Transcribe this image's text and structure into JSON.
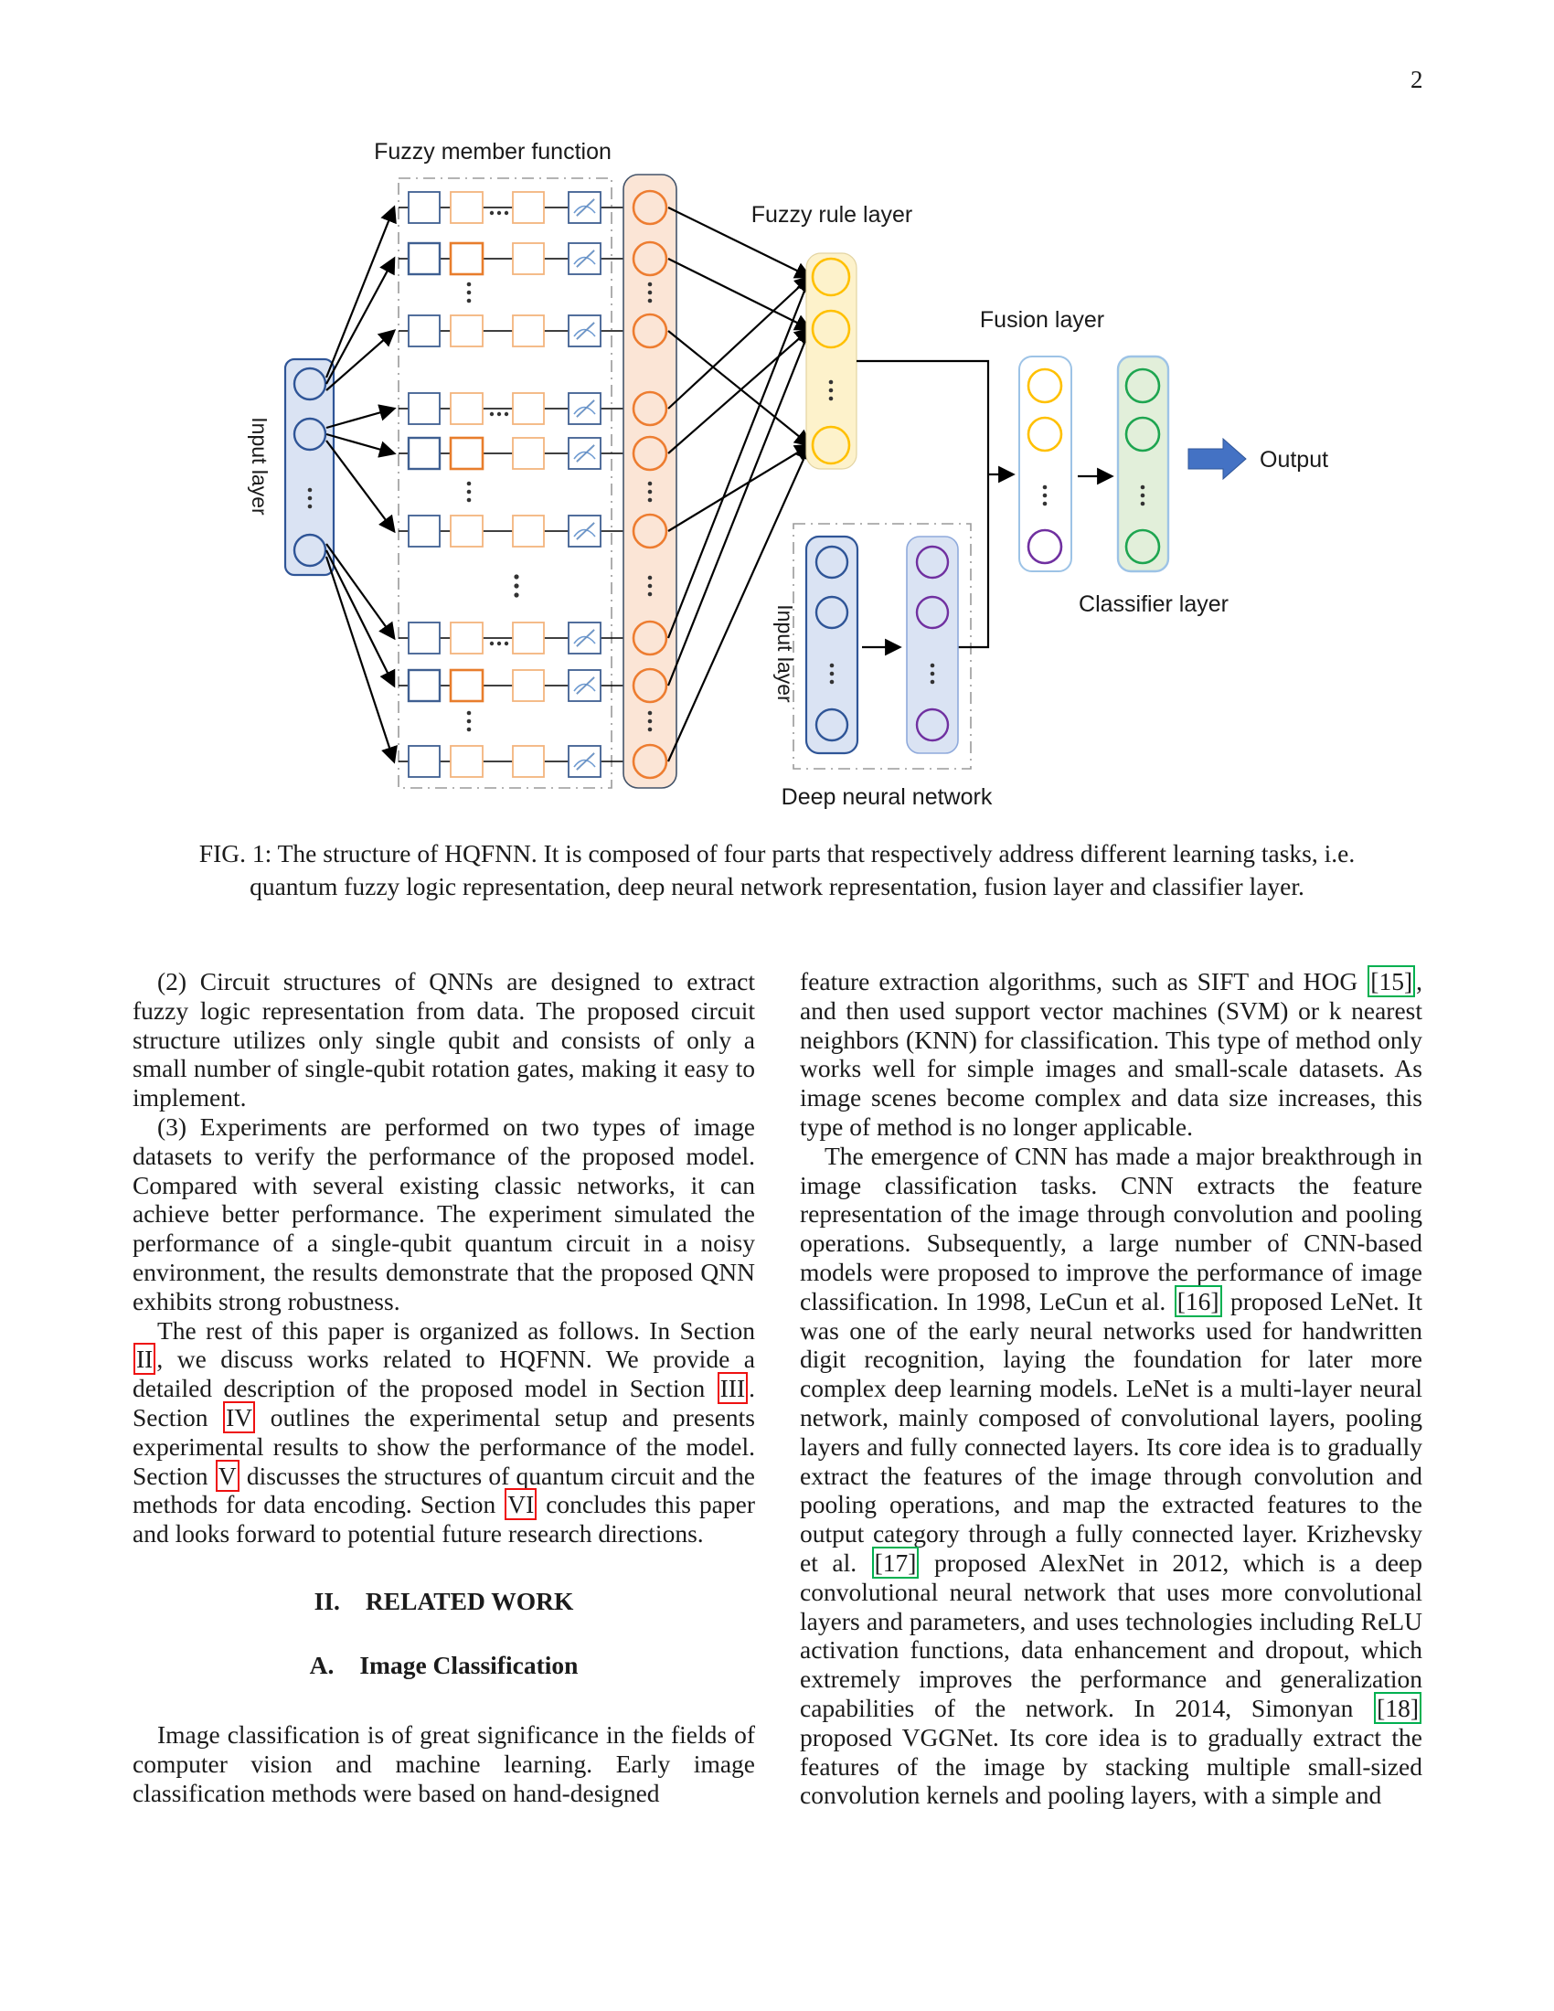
{
  "page": {
    "number": "2"
  },
  "figure": {
    "labels": {
      "fuzzy_member_function": "Fuzzy member function",
      "input_layer": "Input layer",
      "fuzzy_rule_layer": "Fuzzy rule layer",
      "fusion_layer": "Fusion layer",
      "classifier_layer": "Classifier layer",
      "output": "Output",
      "dnn_input_layer": "Input layer",
      "deep_neural_network": "Deep neural network"
    }
  },
  "caption": {
    "line1": "FIG. 1: The structure of HQFNN. It is composed of four parts that respectively address different learning tasks, i.e.",
    "line2": "quantum fuzzy logic representation, deep neural network representation, fusion layer and classifier layer."
  },
  "colors": {
    "node_blue": "#2F5597",
    "fill_blue": "#DAE3F3",
    "node_orange": "#ED7D31",
    "light_orange": "#F3B47E",
    "fill_orange": "#FBE5D6",
    "node_yellow": "#FFC000",
    "fill_yellow": "#FDF2CB",
    "node_purple": "#7030A0",
    "node_green": "#1EA550",
    "fill_green": "#E2EFDA",
    "box_border_blue": "#9DC3E6",
    "dark_slate": "#44546A",
    "output_arrow_blue": "#4472C4",
    "section_ref_box": "#EE1111",
    "citation_ref_box": "#00B050"
  },
  "columns": {
    "left": [
      {
        "type": "para",
        "indent": true,
        "segments": [
          {
            "t": "(2) Circuit structures of QNNs are designed to extract fuzzy logic representation from data. The proposed circuit structure utilizes only single qubit and consists of only a small number of single-qubit rotation gates, making it easy to implement."
          }
        ]
      },
      {
        "type": "para",
        "indent": true,
        "segments": [
          {
            "t": "(3) Experiments are performed on two types of image datasets to verify the performance of the proposed model. Compared with several existing classic networks, it can achieve better performance. The experiment simulated the performance of a single-qubit quantum circuit in a noisy environment, the results demonstrate that the proposed QNN exhibits strong robustness."
          }
        ]
      },
      {
        "type": "para",
        "indent": true,
        "segments": [
          {
            "t": "The rest of this paper is organized as follows. In Section "
          },
          {
            "t": "II",
            "box": "red"
          },
          {
            "t": ", we discuss works related to HQFNN. We provide a detailed description of the proposed model in Section "
          },
          {
            "t": "III",
            "box": "red"
          },
          {
            "t": ". Section "
          },
          {
            "t": "IV",
            "box": "red"
          },
          {
            "t": " outlines the experimental setup and presents experimental results to show the performance of the model. Section "
          },
          {
            "t": "V",
            "box": "red"
          },
          {
            "t": " discusses the structures of quantum circuit and the methods for data encoding. Section "
          },
          {
            "t": "VI",
            "box": "red"
          },
          {
            "t": " concludes this paper and looks forward to potential future research directions."
          }
        ]
      },
      {
        "type": "heading",
        "label": "II.",
        "title": "RELATED WORK"
      },
      {
        "type": "subheading",
        "label": "A.",
        "title": "Image Classification"
      },
      {
        "type": "para",
        "indent": true,
        "segments": [
          {
            "t": "Image classification is of great significance in the fields of computer vision and machine learning. Early image classification methods were based on hand-designed"
          }
        ]
      }
    ],
    "right": [
      {
        "type": "para",
        "indent": false,
        "segments": [
          {
            "t": "feature extraction algorithms, such as SIFT and HOG "
          },
          {
            "t": "[15]",
            "box": "green"
          },
          {
            "t": ", and then used support vector machines (SVM) or k nearest neighbors (KNN) for classification. This type of method only works well for simple images and small-scale datasets. As image scenes become complex and data size increases, this type of method is no longer applicable."
          }
        ]
      },
      {
        "type": "para",
        "indent": true,
        "segments": [
          {
            "t": "The emergence of CNN has made a major breakthrough in image classification tasks. CNN extracts the feature representation of the image through convolution and pooling operations. Subsequently, a large number of CNN-based models were proposed to improve the performance of image classification. In 1998, LeCun et al. "
          },
          {
            "t": "[16]",
            "box": "green"
          },
          {
            "t": " proposed LeNet. It was one of the early neural networks used for handwritten digit recognition, laying the foundation for later more complex deep learning models. LeNet is a multi-layer neural network, mainly composed of convolutional layers, pooling layers and fully connected layers. Its core idea is to gradually extract the features of the image through convolution and pooling operations, and map the extracted features to the output category through a fully connected layer. Krizhevsky et al. "
          },
          {
            "t": "[17]",
            "box": "green"
          },
          {
            "t": " proposed AlexNet in 2012, which is a deep convolutional neural network that uses more convolutional layers and parameters, and uses technologies including ReLU activation functions, data enhancement and dropout, which extremely improves the performance and generalization capabilities of the network. In 2014, Simonyan "
          },
          {
            "t": "[18]",
            "box": "green"
          },
          {
            "t": " proposed VGGNet. Its core idea is to gradually extract the features of the image by stacking multiple small-sized convolution kernels and pooling layers, with a simple and"
          }
        ]
      }
    ]
  }
}
